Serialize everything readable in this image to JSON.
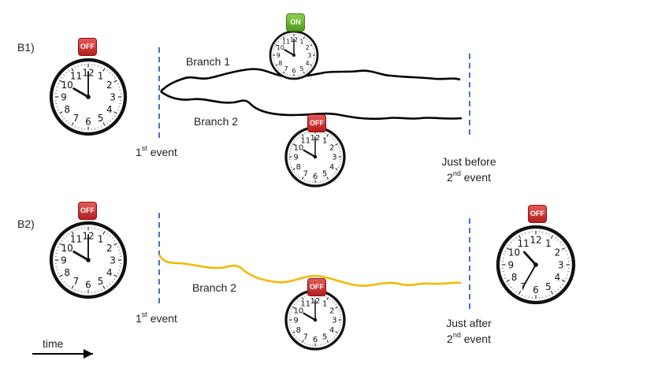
{
  "colors": {
    "branch_b1": "#000000",
    "branch_b2": "#f5b800",
    "event_line": "#4472c4",
    "badge_off": "#c62828",
    "badge_on": "#6ab130"
  },
  "panel_b1": {
    "label": "B1)",
    "branch1_label": "Branch 1",
    "branch2_label": "Branch 2",
    "first_event": {
      "ordinal": "1",
      "suffix": "st",
      "word": " event"
    },
    "second_event": {
      "line1": "Just before",
      "ordinal": "2",
      "suffix": "nd",
      "word": " event"
    },
    "clock_left_badge": "OFF",
    "clock_branch1_badge": "ON",
    "clock_branch2_badge": "OFF"
  },
  "panel_b2": {
    "label": "B2)",
    "branch2_label": "Branch 2",
    "first_event": {
      "ordinal": "1",
      "suffix": "st",
      "word": " event"
    },
    "second_event": {
      "line1": "Just after",
      "ordinal": "2",
      "suffix": "nd",
      "word": " event"
    },
    "clock_left_badge": "OFF",
    "clock_branch2_badge": "OFF",
    "clock_right_badge": "OFF"
  },
  "time_axis": {
    "label": "time"
  },
  "icons": [
    "clock-icon",
    "off-badge-icon",
    "on-badge-icon",
    "arrow-right-icon"
  ]
}
